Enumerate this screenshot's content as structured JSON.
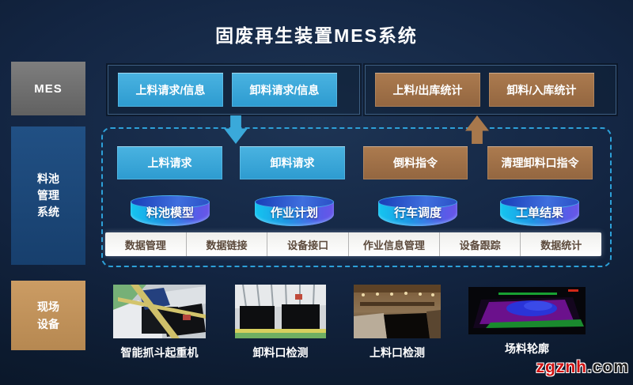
{
  "title": "固废再生装置MES系统",
  "colors": {
    "cyan_box": "#2e9ed2",
    "brown_box": "#a0744a",
    "dashed_border": "#2da0d8",
    "mes_gray": "#6e6e6e",
    "pool_blue": "#1d4a7a",
    "field_tan": "#c2965e",
    "cylinder_gradient": [
      "#14c6f0",
      "#5a5ae8"
    ]
  },
  "sidebar": {
    "mes_label": "MES",
    "pool_label_lines": [
      "料池",
      "管理",
      "系统"
    ],
    "field_label_lines": [
      "现场",
      "设备"
    ]
  },
  "mes_layer": {
    "request_boxes": [
      "上料请求/信息",
      "卸料请求/信息"
    ],
    "stats_boxes": [
      "上料/出库统计",
      "卸料/入库统计"
    ]
  },
  "pool_layer": {
    "command_boxes": [
      "上料请求",
      "卸料请求",
      "倒料指令",
      "清理卸料口指令"
    ],
    "cylinders": [
      "料池模型",
      "作业计划",
      "行车调度",
      "工单结果"
    ],
    "modules": [
      "数据管理",
      "数据链接",
      "设备接口",
      "作业信息管理",
      "设备跟踪",
      "数据统计"
    ]
  },
  "devices": [
    "智能抓斗起重机",
    "卸料口检测",
    "上料口检测",
    "场料轮廓"
  ],
  "watermark": {
    "brand": "zgznh",
    "suffix": ".com"
  }
}
